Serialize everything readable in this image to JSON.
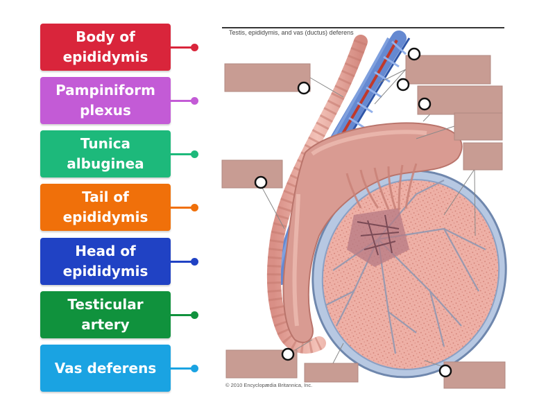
{
  "labels": [
    {
      "text": "Body of\nepididymis",
      "color": "#d9253b"
    },
    {
      "text": "Pampiniform\nplexus",
      "color": "#c35bd6"
    },
    {
      "text": "Tunica\nalbuginea",
      "color": "#1db97b"
    },
    {
      "text": "Tail of\nepididymis",
      "color": "#f0700a"
    },
    {
      "text": "Head of\nepididymis",
      "color": "#2042c4"
    },
    {
      "text": "Testicular\nartery",
      "color": "#10923d"
    },
    {
      "text": "Vas deferens",
      "color": "#1aa3e2"
    }
  ],
  "diagram": {
    "title": "Testis, epididymis, and vas (ductus) deferens",
    "credit": "© 2010 Encyclopædia Britannica, Inc."
  }
}
